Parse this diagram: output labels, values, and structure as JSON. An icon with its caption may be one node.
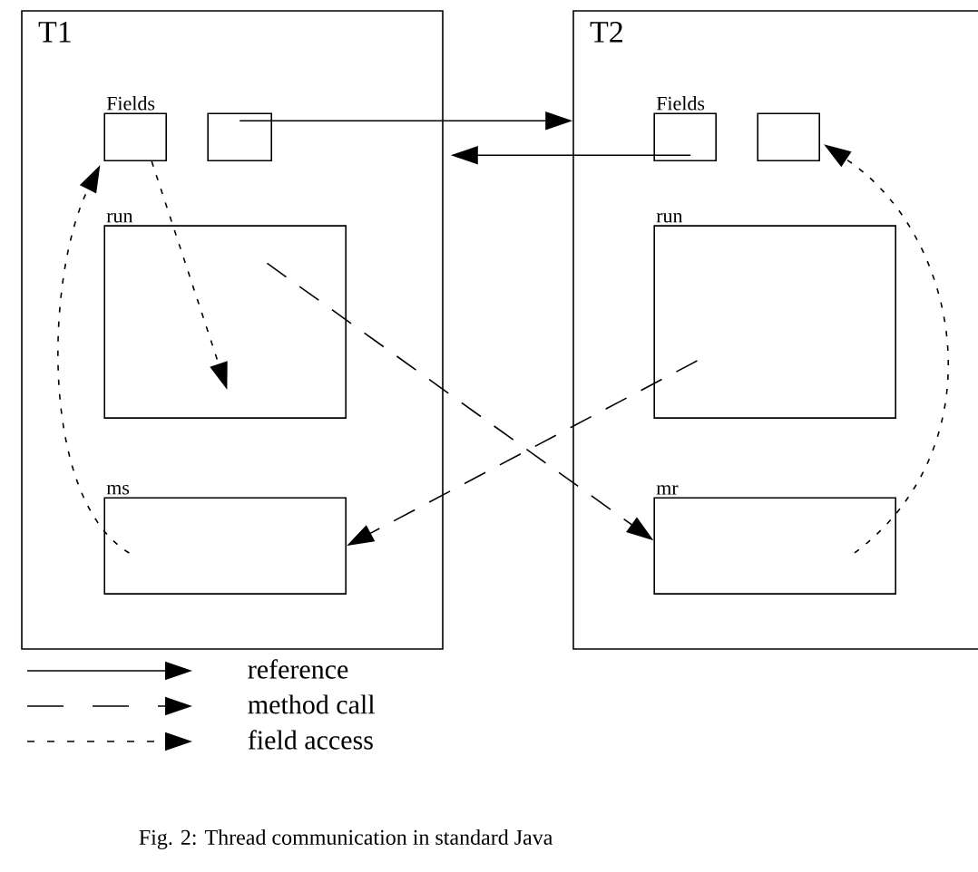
{
  "diagram": {
    "caption": "Fig. 2: Thread communication in standard Java",
    "nodes": [
      {
        "text": [
          "T1"
        ]
      },
      {
        "text": [],
        "shape": "box",
        "in": 0,
        "beside": [
          "Fields"
        ]
      },
      {
        "text": [],
        "shape": "box",
        "in": 0
      },
      {
        "text": [
          "run"
        ],
        "in": 0
      },
      {
        "text": [
          "ms"
        ],
        "in": 0
      },
      {
        "text": [
          "T2"
        ]
      },
      {
        "text": [],
        "shape": "box",
        "in": 5,
        "beside": [
          "Fields"
        ]
      },
      {
        "text": [],
        "shape": "box",
        "in": 5
      },
      {
        "text": [
          "run"
        ],
        "in": 5
      },
      {
        "text": [
          "mr"
        ],
        "in": 5
      }
    ],
    "edges": [
      {
        "from": 2,
        "to": 5,
        "arrow": "to"
      },
      {
        "from": 6,
        "to": 0,
        "arrow": "to"
      },
      {
        "from": 1,
        "to": 3,
        "arrow": "to",
        "style": "dashed"
      },
      {
        "from": 4,
        "to": 1,
        "arrow": "to",
        "style": "dashed"
      },
      {
        "from": 3,
        "to": 9,
        "arrow": "to",
        "style": "dashed"
      },
      {
        "from": 8,
        "to": 4,
        "arrow": "to",
        "style": "dashed"
      },
      {
        "from": 9,
        "to": 7,
        "arrow": "to",
        "style": "dashed"
      }
    ],
    "legend": [
      {
        "text": "reference"
      },
      {
        "text": "method call"
      },
      {
        "text": "field access"
      }
    ]
  }
}
